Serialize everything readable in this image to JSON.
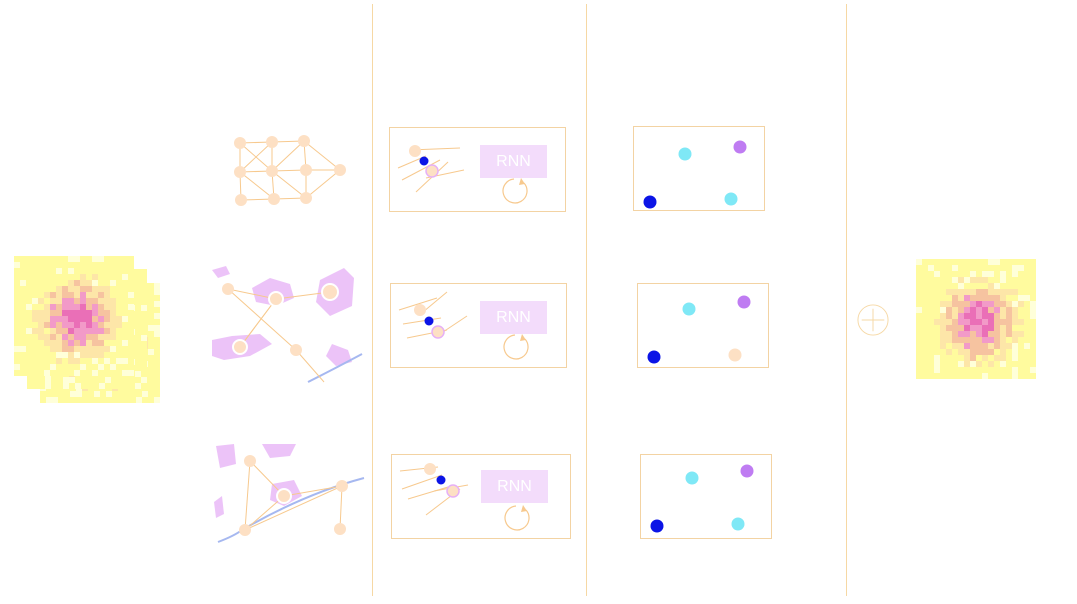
{
  "rnn_blocks": [
    {
      "label": "RNN"
    },
    {
      "label": "RNN"
    },
    {
      "label": "RNN"
    }
  ],
  "colors": {
    "divider": "#f6d8a4",
    "node": "#fde0c4",
    "edge": "#f7c98e",
    "region": "#e6b0f6",
    "road": "#a6b8f0",
    "heatmap_base": "#fffb9e",
    "heatmap_hot": "#f29ac8",
    "rnn_box": "#f3dcfb",
    "dot_blue": "#0b14e6",
    "dot_cyan": "#7fe8f6",
    "dot_purple": "#bf7cf2",
    "dot_peach": "#fde0c4"
  },
  "icons": [
    "graph-icon",
    "recurrence-arrow-icon",
    "plus-circle-icon"
  ]
}
